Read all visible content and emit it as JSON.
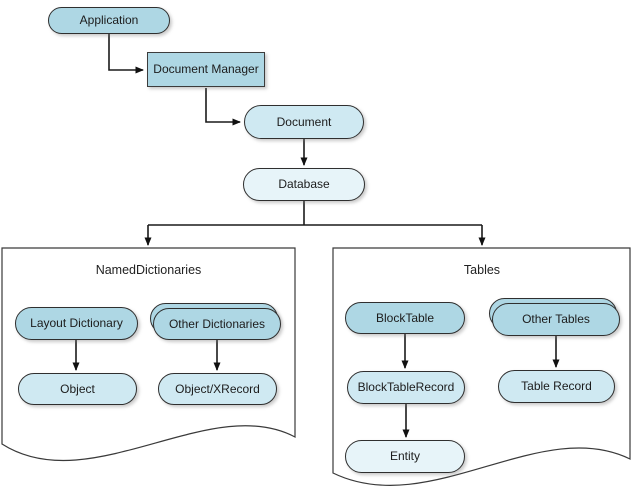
{
  "colors": {
    "node_fill_primary": "#aed7e4",
    "node_fill_secondary": "#cfe9f2",
    "node_fill_tertiary": "#e7f4f9",
    "outline": "#2f2f2f",
    "connector": "#1a1a1a",
    "background": "#ffffff"
  },
  "nodes": {
    "application": {
      "label": "Application"
    },
    "document_manager": {
      "label": "Document Manager"
    },
    "document": {
      "label": "Document"
    },
    "database": {
      "label": "Database"
    },
    "layout_dictionary": {
      "label": "Layout Dictionary"
    },
    "other_dictionaries": {
      "label": "Other Dictionaries"
    },
    "object": {
      "label": "Object"
    },
    "object_xrecord": {
      "label": "Object/XRecord"
    },
    "block_table": {
      "label": "BlockTable"
    },
    "other_tables": {
      "label": "Other Tables"
    },
    "block_table_record": {
      "label": "BlockTableRecord"
    },
    "table_record": {
      "label": "Table Record"
    },
    "entity": {
      "label": "Entity"
    }
  },
  "containers": {
    "named_dictionaries": {
      "label": "NamedDictionaries"
    },
    "tables": {
      "label": "Tables"
    }
  }
}
